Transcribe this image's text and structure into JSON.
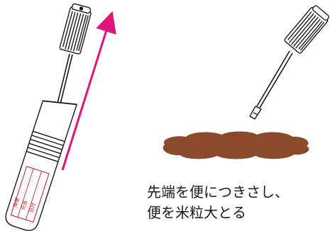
{
  "caption": {
    "line1": "先端を便につきさし、",
    "line2": "便を米粒大とる"
  },
  "tube_label": {
    "line_a": "採便",
    "line_b": "氏名",
    "line_c": "日付"
  },
  "colors": {
    "arrow": "#e0147a",
    "stool": "#8b4a2b",
    "outline": "#1a1a1a",
    "tube_label_text": "#c0182c"
  },
  "icons": [
    "stool-sampling-tube-icon",
    "sampling-stick-icon",
    "stool-sample-icon",
    "upward-arrow-icon"
  ]
}
